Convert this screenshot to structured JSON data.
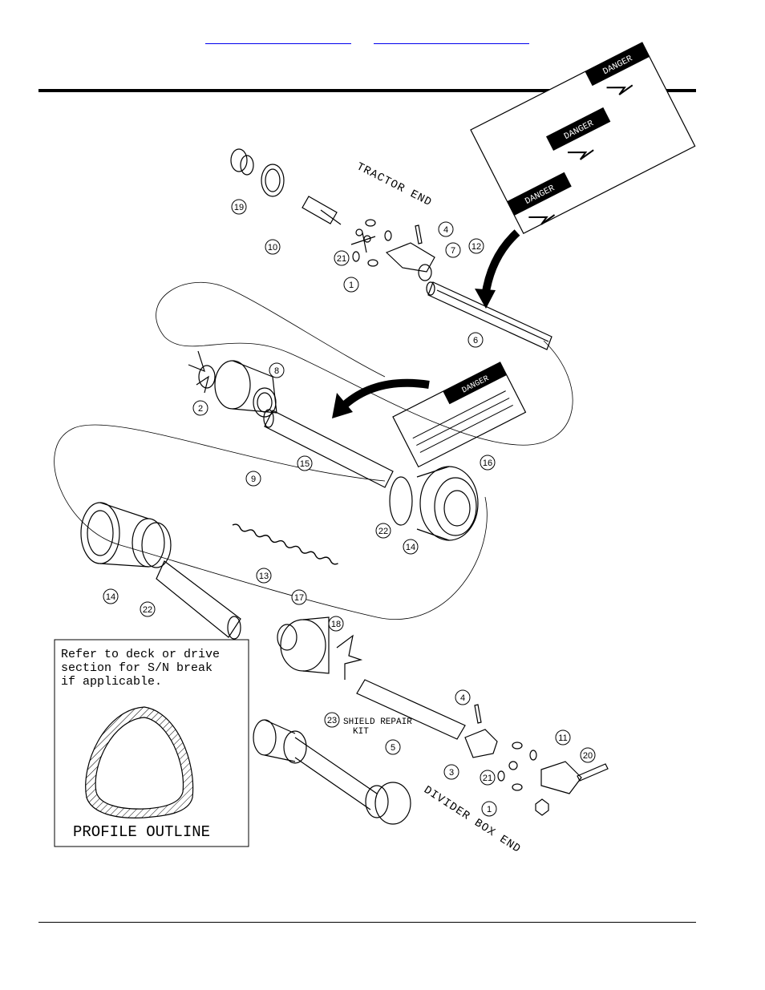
{
  "header": {
    "nav_links": [
      "",
      ""
    ]
  },
  "diagram": {
    "labels": {
      "tractor_end": "TRACTOR END",
      "divider_box_end": "DIVIDER BOX END",
      "shield_repair_kit_line1": "SHIELD REPAIR",
      "shield_repair_kit_line2": "KIT"
    },
    "decal_text": "DANGER",
    "note": {
      "line1": "Refer to deck or drive",
      "line2": "section for S/N break",
      "line3": "if applicable.",
      "profile_label": "PROFILE OUTLINE"
    },
    "callouts": [
      "19",
      "10",
      "21",
      "1",
      "4",
      "7",
      "12",
      "6",
      "8",
      "2",
      "15",
      "16",
      "9",
      "22",
      "14",
      "14",
      "22",
      "13",
      "17",
      "18",
      "4",
      "23",
      "5",
      "11",
      "20",
      "3",
      "21",
      "1"
    ]
  }
}
